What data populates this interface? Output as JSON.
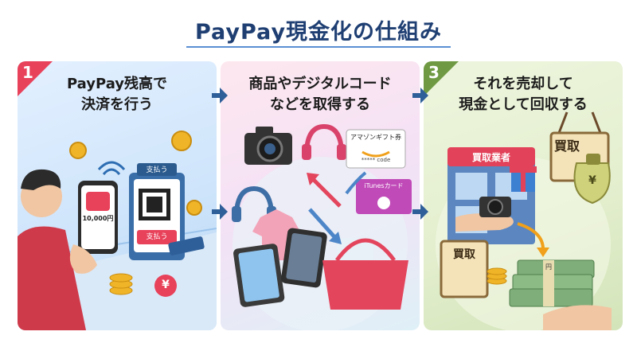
{
  "title": "PayPay現金化の仕組み",
  "steps": [
    {
      "number": "1",
      "title_line1": "PayPay残高で",
      "title_line2": "決済を行う"
    },
    {
      "number": "",
      "title_line1": "商品やデジタルコード",
      "title_line2": "などを取得する"
    },
    {
      "number": "3",
      "title_line1": "それを売却して",
      "title_line2": "現金として回収する"
    }
  ],
  "step1_art": {
    "phone_amount": "10,000円",
    "kiosk_label": "支払う",
    "screen_label": "支払う",
    "coin_symbol": "¥"
  },
  "step2_art": {
    "gift_card_amazon": "アマゾンギフト券",
    "gift_card_code": "***** code",
    "itunes_card": "iTunesカード"
  },
  "step3_art": {
    "shop_sign": "買取業者",
    "hanging_sign": "買取",
    "board_sign": "買取",
    "bills_label": "円",
    "bag_symbol": "¥"
  },
  "colors": {
    "title": "#1f3f73",
    "arrow": "#2f5f99",
    "badge1": "#e8415a",
    "badge3": "#6f9a43"
  }
}
